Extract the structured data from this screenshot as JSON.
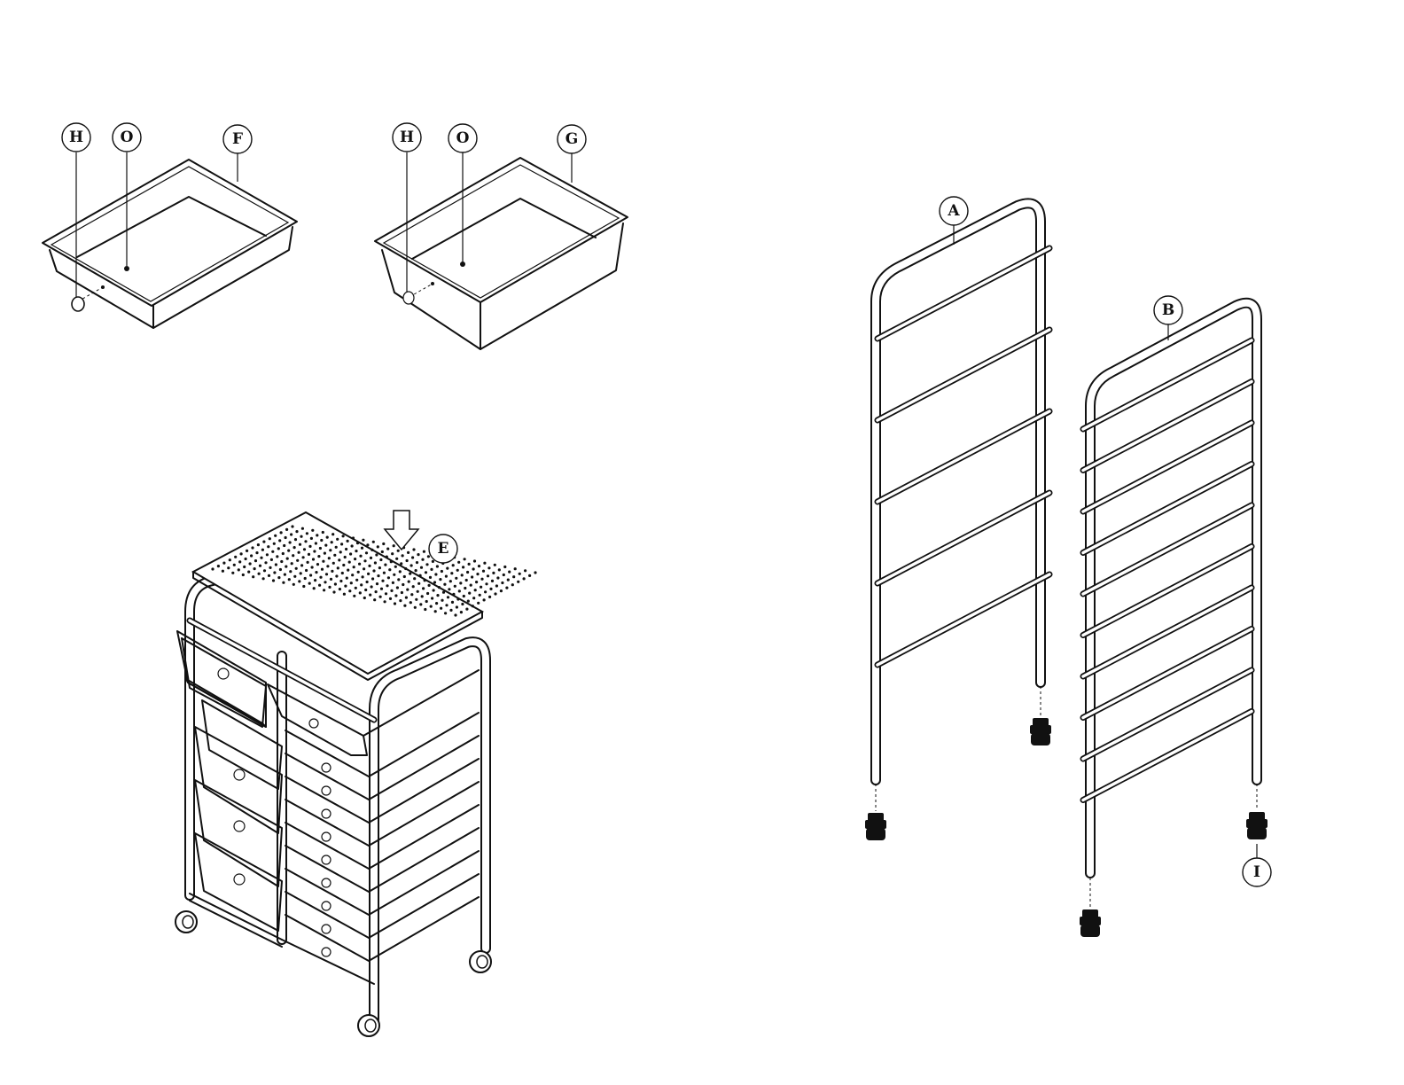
{
  "callouts": {
    "h_left": "H",
    "o_left": "O",
    "f": "F",
    "h_right": "H",
    "o_right": "O",
    "g": "G",
    "e": "E",
    "a": "A",
    "b": "B",
    "i": "I"
  },
  "colors": {
    "line": "#111111",
    "background": "#ffffff"
  },
  "icons": {
    "insert_arrow": "down-arrow-icon"
  }
}
